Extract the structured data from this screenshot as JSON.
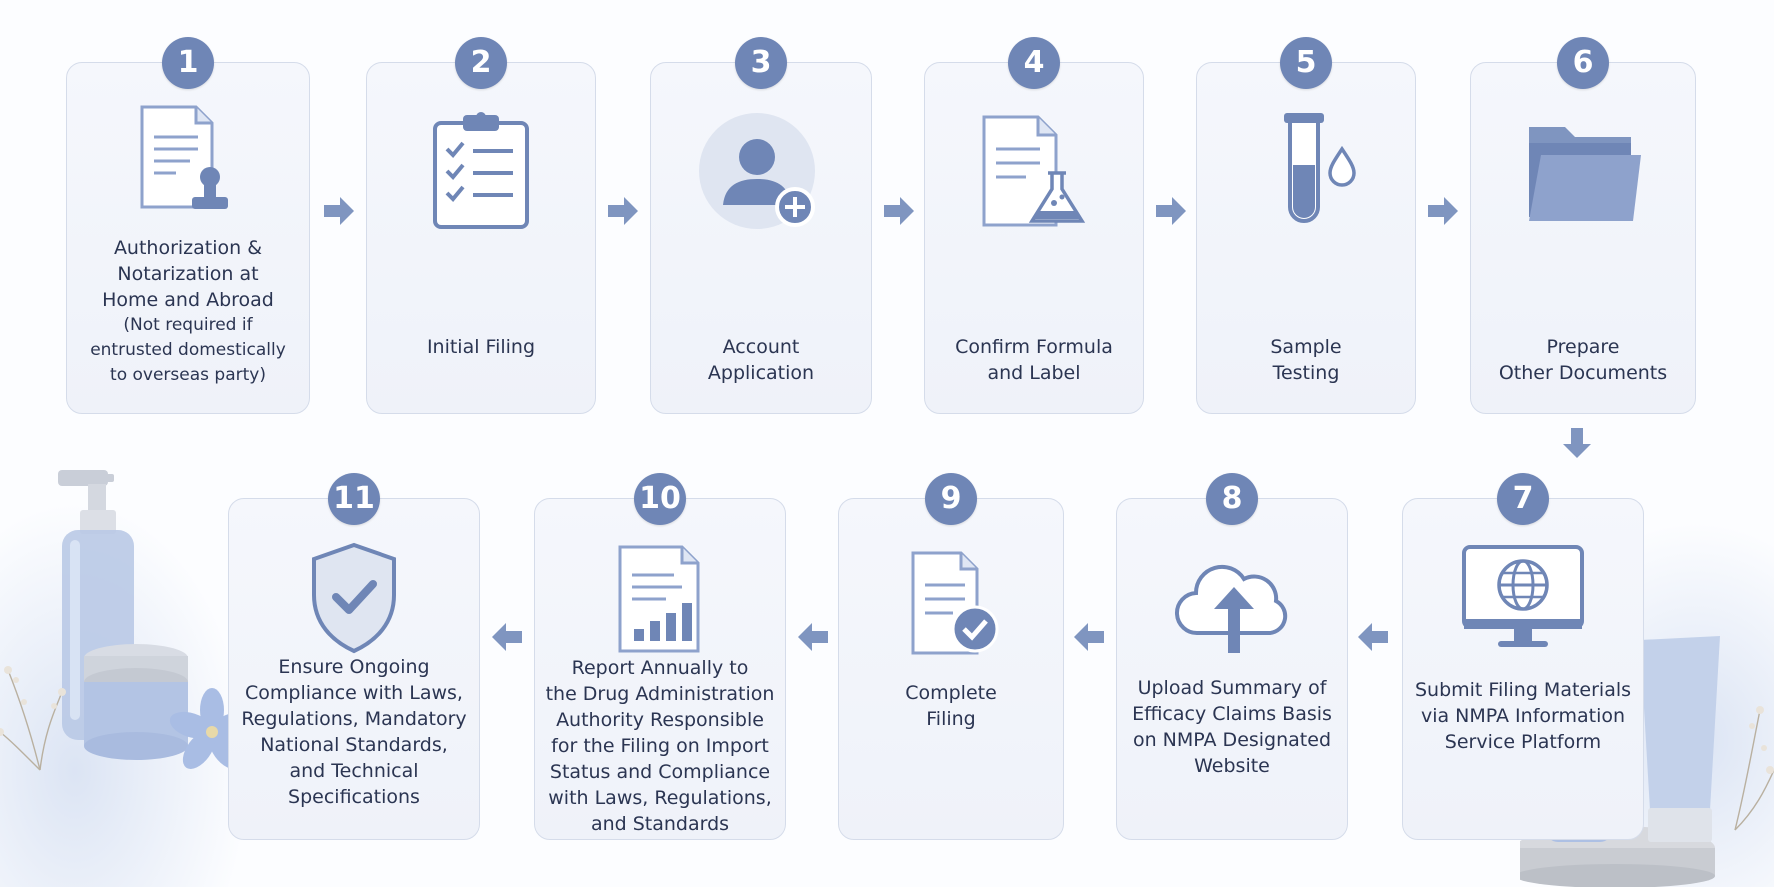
{
  "steps": [
    {
      "number": "1",
      "line1": "Authorization &",
      "line2": "Notarization at",
      "line3": "Home and Abroad",
      "note1": "(Not required if",
      "note2": "entrusted domestically",
      "note3": "to overseas party)"
    },
    {
      "number": "2",
      "line1": "Initial Filing"
    },
    {
      "number": "3",
      "line1": "Account",
      "line2": "Application"
    },
    {
      "number": "4",
      "line1": "Confirm Formula",
      "line2": "and Label"
    },
    {
      "number": "5",
      "line1": "Sample",
      "line2": "Testing"
    },
    {
      "number": "6",
      "line1": "Prepare",
      "line2": "Other Documents"
    },
    {
      "number": "7",
      "line1": "Submit Filing Materials",
      "line2": "via NMPA Information",
      "line3": "Service Platform"
    },
    {
      "number": "8",
      "line1": "Upload Summary of",
      "line2": "Efficacy Claims Basis",
      "line3": "on NMPA Designated",
      "line4": "Website"
    },
    {
      "number": "9",
      "line1": "Complete",
      "line2": "Filing"
    },
    {
      "number": "10",
      "line1": "Report Annually to",
      "line2": "the Drug Administration",
      "line3": "Authority Responsible",
      "line4": "for the Filing on Import",
      "line5": "Status and Compliance",
      "line6": "with Laws, Regulations,",
      "line7": "and Standards"
    },
    {
      "number": "11",
      "line1": "Ensure Ongoing",
      "line2": "Compliance with Laws,",
      "line3": "Regulations, Mandatory",
      "line4": "National Standards,",
      "line5": "and Technical",
      "line6": "Specifications"
    }
  ],
  "icons": [
    "stamped-document-icon",
    "checklist-clipboard-icon",
    "add-user-icon",
    "formula-document-flask-icon",
    "test-tube-drop-icon",
    "folder-icon",
    "monitor-globe-icon",
    "cloud-upload-icon",
    "document-check-icon",
    "report-chart-icon",
    "shield-check-icon"
  ],
  "colors": {
    "accent": "#6f86b6",
    "card_bg": "#f2f5fb",
    "card_border": "#d5dcea",
    "text": "#2b3552",
    "arrow": "#7f95c0"
  }
}
